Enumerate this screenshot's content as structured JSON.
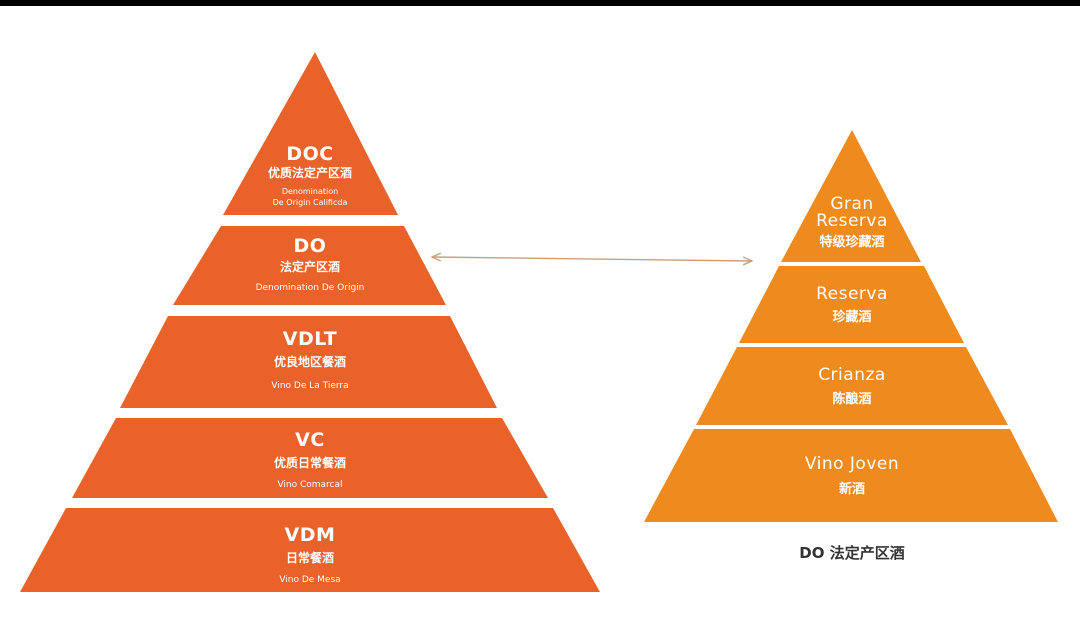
{
  "colors": {
    "left_fill": "#e8622a",
    "right_fill": "#ef8a1e",
    "arrow": "#c9a07a",
    "caption": "#333333"
  },
  "left_pyramid": {
    "levels": [
      {
        "code": "DOC",
        "cn": "优质法定产区酒",
        "en_lines": [
          "Denomination",
          "De Origin Calificda"
        ]
      },
      {
        "code": "DO",
        "cn": "法定产区酒",
        "en_lines": [
          "Denomination De Origin"
        ]
      },
      {
        "code": "VDLT",
        "cn": "优良地区餐酒",
        "en_lines": [
          "Vino De La Tierra"
        ]
      },
      {
        "code": "VC",
        "cn": "优质日常餐酒",
        "en_lines": [
          "Vino Comarcal"
        ]
      },
      {
        "code": "VDM",
        "cn": "日常餐酒",
        "en_lines": [
          "Vino De Mesa"
        ]
      }
    ]
  },
  "right_pyramid": {
    "levels": [
      {
        "title_lines": [
          "Gran",
          "Reserva"
        ],
        "cn": "特级珍藏酒"
      },
      {
        "title_lines": [
          "Reserva"
        ],
        "cn": "珍藏酒"
      },
      {
        "title_lines": [
          "Crianza"
        ],
        "cn": "陈酿酒"
      },
      {
        "title_lines": [
          "Vino Joven"
        ],
        "cn": "新酒"
      }
    ],
    "caption": "DO 法定产区酒"
  }
}
